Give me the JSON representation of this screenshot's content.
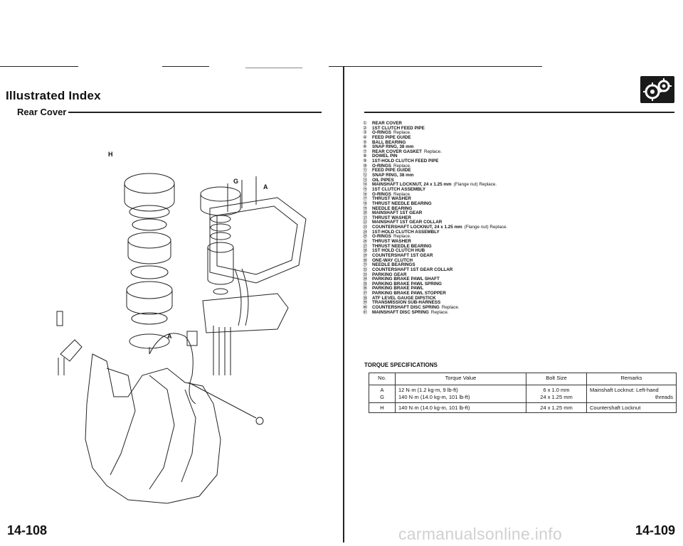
{
  "header": {
    "title": "Illustrated Index",
    "subtitle": "Rear Cover"
  },
  "parts": [
    {
      "num": "①",
      "name": "REAR COVER",
      "note": ""
    },
    {
      "num": "②",
      "name": "1ST CLUTCH FEED PIPE",
      "note": ""
    },
    {
      "num": "③",
      "name": "O-RINGS",
      "note": "Replace."
    },
    {
      "num": "④",
      "name": "FEED PIPE GUIDE",
      "note": ""
    },
    {
      "num": "⑤",
      "name": "BALL BEARING",
      "note": ""
    },
    {
      "num": "⑥",
      "name": "SNAP RING, 38 mm",
      "note": ""
    },
    {
      "num": "⑦",
      "name": "REAR COVER GASKET",
      "note": "Replace."
    },
    {
      "num": "⑧",
      "name": "DOWEL PIN",
      "note": ""
    },
    {
      "num": "⑨",
      "name": "1ST-HOLD CLUTCH FEED PIPE",
      "note": ""
    },
    {
      "num": "⑩",
      "name": "O-RINGS",
      "note": "Replace."
    },
    {
      "num": "⑪",
      "name": "FEED PIPE GUIDE",
      "note": ""
    },
    {
      "num": "⑫",
      "name": "SNAP RING, 38 mm",
      "note": ""
    },
    {
      "num": "⑬",
      "name": "OIL PIPES",
      "note": ""
    },
    {
      "num": "⑭",
      "name": "MAINSHAFT LOCKNUT, 24 x 1.25 mm",
      "note": "(Flange nut) Replace."
    },
    {
      "num": "⑮",
      "name": "1ST CLUTCH ASSEMBLY",
      "note": ""
    },
    {
      "num": "⑯",
      "name": "O-RINGS",
      "note": "Replace."
    },
    {
      "num": "⑰",
      "name": "THRUST WASHER",
      "note": ""
    },
    {
      "num": "⑱",
      "name": "THRUST NEEDLE BEARING",
      "note": ""
    },
    {
      "num": "⑲",
      "name": "NEEDLE BEARING",
      "note": ""
    },
    {
      "num": "⑳",
      "name": "MAINSHAFT 1ST GEAR",
      "note": ""
    },
    {
      "num": "㉑",
      "name": "THRUST WASHER",
      "note": ""
    },
    {
      "num": "㉒",
      "name": "MAINSHAFT 1ST GEAR COLLAR",
      "note": ""
    },
    {
      "num": "㉓",
      "name": "COUNTERSHAFT LOCKNUT, 24 x 1.25 mm",
      "note": "(Flange nut) Replace."
    },
    {
      "num": "㉔",
      "name": "1ST-HOLD CLUTCH ASSEMBLY",
      "note": ""
    },
    {
      "num": "㉕",
      "name": "O-RINGS",
      "note": "Replace."
    },
    {
      "num": "㉖",
      "name": "THRUST WASHER",
      "note": ""
    },
    {
      "num": "㉗",
      "name": "THRUST NEEDLE BEARING",
      "note": ""
    },
    {
      "num": "㉘",
      "name": "1ST HOLD CLUTCH HUB",
      "note": ""
    },
    {
      "num": "㉙",
      "name": "COUNTERSHAFT 1ST GEAR",
      "note": ""
    },
    {
      "num": "㉚",
      "name": "ONE-WAY CLUTCH",
      "note": ""
    },
    {
      "num": "㉛",
      "name": "NEEDLE BEARINGS",
      "note": ""
    },
    {
      "num": "㉜",
      "name": "COUNTERSHAFT 1ST GEAR COLLAR",
      "note": ""
    },
    {
      "num": "㉝",
      "name": "PARKING GEAR",
      "note": ""
    },
    {
      "num": "㉞",
      "name": "PARKING BRAKE PAWL SHAFT",
      "note": ""
    },
    {
      "num": "㉟",
      "name": "PARKING BRAKE PAWL SPRING",
      "note": ""
    },
    {
      "num": "㊱",
      "name": "PARKING BRAKE PAWL",
      "note": ""
    },
    {
      "num": "㊲",
      "name": "PARKING BRAKE PAWL STOPPER",
      "note": ""
    },
    {
      "num": "㊳",
      "name": "ATF LEVEL GAUGE DIPSTICK",
      "note": ""
    },
    {
      "num": "㊴",
      "name": "TRANSMISSION SUB-HARNESS",
      "note": ""
    },
    {
      "num": "㊵",
      "name": "COUNTERSHAFT DISC SPRING",
      "note": "Replace."
    },
    {
      "num": "㊶",
      "name": "MAINSHAFT DISC SPRING",
      "note": "Replace."
    }
  ],
  "torque": {
    "heading": "TORQUE SPECIFICATIONS",
    "columns": [
      "No.",
      "Torque Value",
      "Bolt Size",
      "Remarks"
    ],
    "rows": [
      {
        "no": [
          "A",
          "G"
        ],
        "value": [
          "12 N·m (1.2 kg-m, 9 lb-ft)",
          "140 N·m (14.0 kg-m, 101 lb-ft)"
        ],
        "bolt": [
          "6 x 1.0  mm",
          "24 x 1.25 mm"
        ],
        "remarks": [
          "",
          "Mainshaft Locknut: Left-hand",
          "threads"
        ]
      },
      {
        "no": [
          "H"
        ],
        "value": [
          "140 N·m (14.0 kg-m, 101 lb-ft)"
        ],
        "bolt": [
          "24 x 1.25 mm"
        ],
        "remarks": [
          "Countershaft Locknut"
        ]
      }
    ]
  },
  "diagram": {
    "callouts": [
      "H",
      "A",
      "G",
      "A"
    ]
  },
  "footer": {
    "page_left": "14-108",
    "page_right": "14-109",
    "watermark": "carmanualsonline.info"
  },
  "icon": "transmission-gears-icon"
}
